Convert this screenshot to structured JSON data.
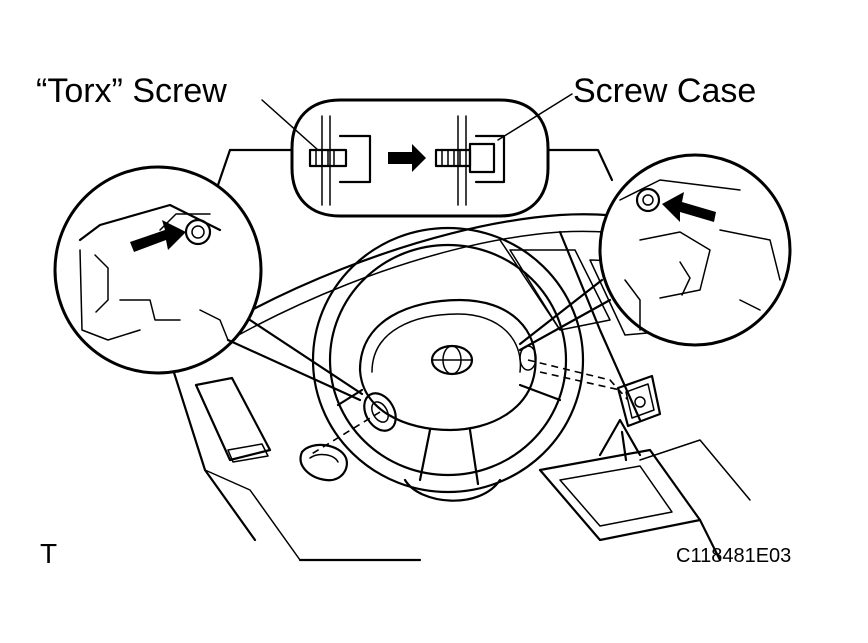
{
  "labels": {
    "torx_screw": "“Torx” Screw",
    "screw_case": "Screw Case",
    "corner_mark": "T",
    "figure_code": "C118481E03"
  },
  "colors": {
    "line": "#000000",
    "background": "#ffffff"
  }
}
